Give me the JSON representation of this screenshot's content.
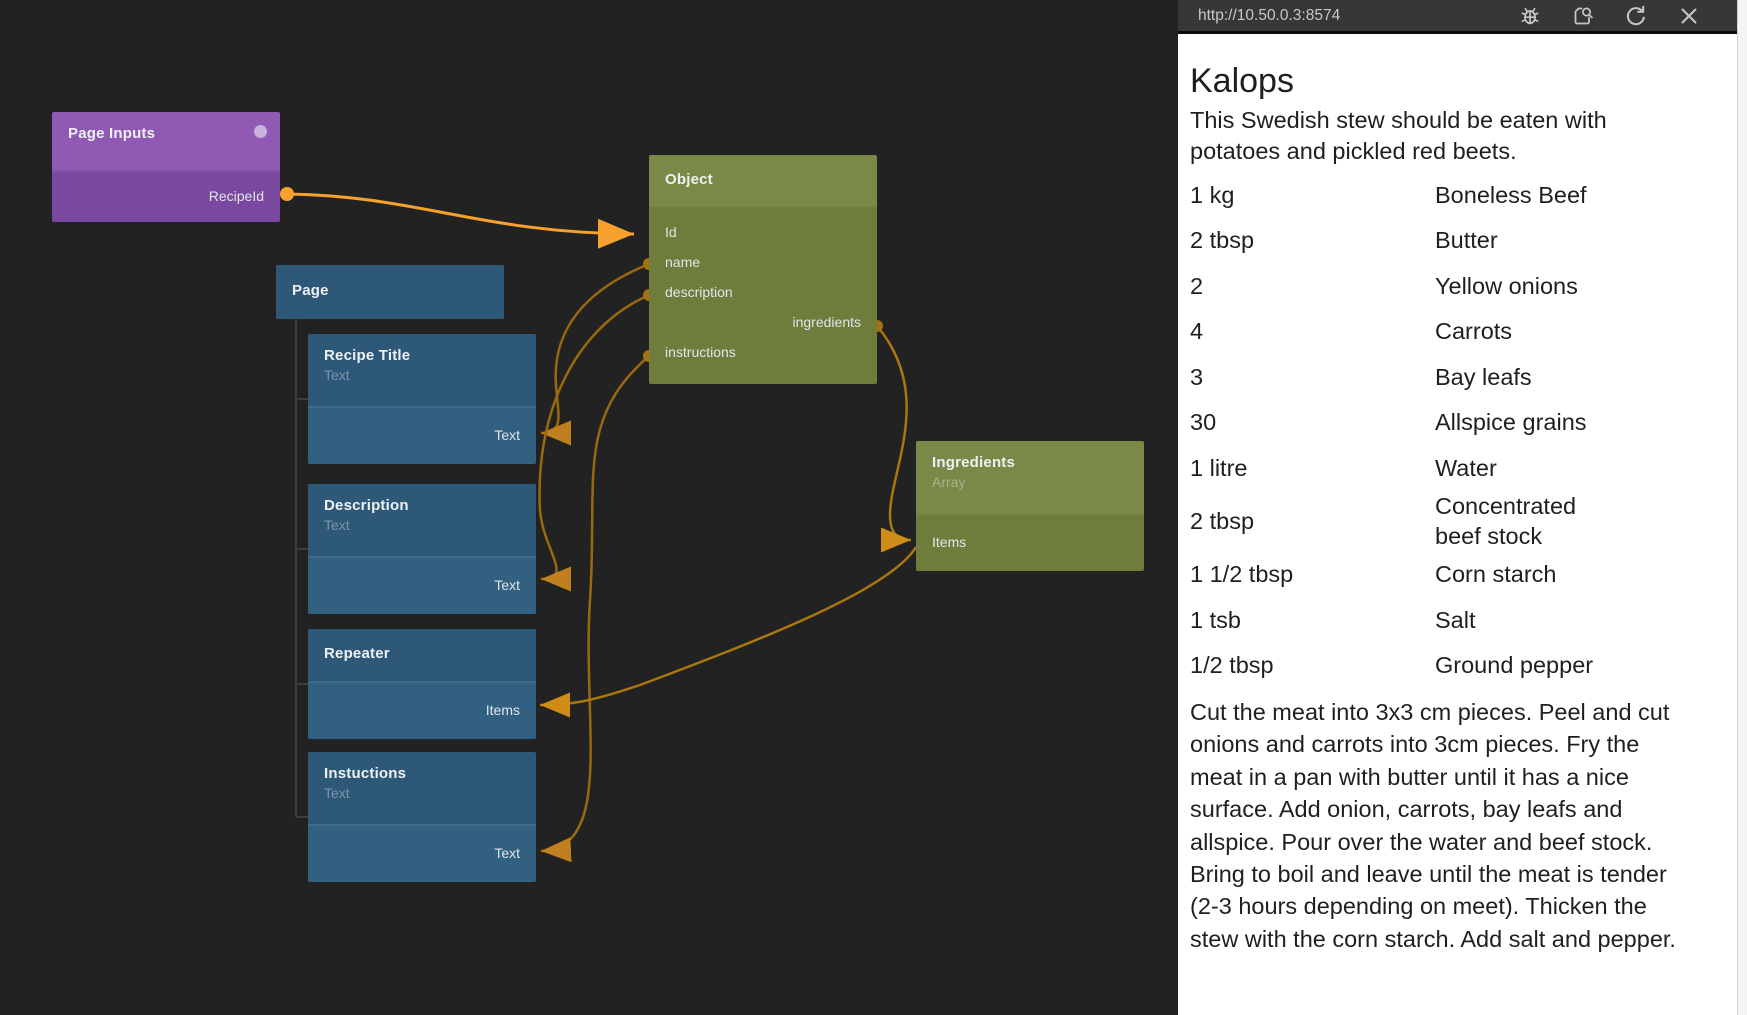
{
  "editor": {
    "nodes": {
      "page_inputs": {
        "title": "Page Inputs",
        "port": "RecipeId"
      },
      "page": {
        "title": "Page"
      },
      "recipe_title": {
        "title": "Recipe Title",
        "subtitle": "Text",
        "port": "Text"
      },
      "description": {
        "title": "Description",
        "subtitle": "Text",
        "port": "Text"
      },
      "repeater": {
        "title": "Repeater",
        "port": "Items"
      },
      "instuctions": {
        "title": "Instuctions",
        "subtitle": "Text",
        "port": "Text"
      },
      "object": {
        "title": "Object",
        "ports": {
          "id": "Id",
          "name": "name",
          "description": "description",
          "ingredients": "ingredients",
          "instructions": "instructions"
        }
      },
      "ingredients": {
        "title": "Ingredients",
        "subtitle": "Array",
        "port": "Items"
      }
    }
  },
  "preview": {
    "url": "http://10.50.0.3:8574",
    "icons": [
      "debug-icon",
      "inspect-icon",
      "refresh-icon",
      "close-icon"
    ],
    "recipe": {
      "title": "Kalops",
      "description": "This Swedish stew should be eaten with potatoes and pickled red beets.",
      "ingredients": [
        {
          "amount": "1 kg",
          "name": "Boneless Beef"
        },
        {
          "amount": "2 tbsp",
          "name": "Butter"
        },
        {
          "amount": "2",
          "name": "Yellow onions"
        },
        {
          "amount": "4",
          "name": "Carrots"
        },
        {
          "amount": "3",
          "name": "Bay leafs"
        },
        {
          "amount": "30",
          "name": "Allspice grains"
        },
        {
          "amount": "1 litre",
          "name": "Water"
        },
        {
          "amount": "2 tbsp",
          "name": "Concentrated beef stock"
        },
        {
          "amount": "1 1/2 tbsp",
          "name": "Corn starch"
        },
        {
          "amount": "1 tsb",
          "name": "Salt"
        },
        {
          "amount": "1/2 tbsp",
          "name": "Ground pepper"
        }
      ],
      "instructions": "Cut the meat into 3x3 cm pieces. Peel and cut onions and carrots into 3cm pieces. Fry the meat in a pan with butter until it has a nice surface. Add onion, carrots, bay leafs and allspice. Pour over the water and beef stock. Bring to boil and leave until the meat is tender (2-3 hours depending on meet). Thicken the stew with the corn starch. Add salt and pepper."
    }
  },
  "colors": {
    "canvas_bg": "#232222",
    "node_blue_header": "#2d5878",
    "node_blue_body": "#326081",
    "node_green_header": "#7a8947",
    "node_green_body": "#6e7d3b",
    "node_purple_header": "#9059b3",
    "node_purple_body": "#7b48a1",
    "subtitle_blue": "#7f94a6",
    "subtitle_green": "#a9b48d",
    "header_dot_purple": "#c9b0dd",
    "wire_bright": "#f6a22d",
    "wire_dim": "#98690e",
    "wire_mid": "#aa760f",
    "arrow_dim": "#c08020",
    "arrow_mid": "#cf8d18",
    "tree_line": "#3e3e3e",
    "bar_bg": "#373737",
    "bar_text": "#c8c8c8",
    "panel_bg": "#ffffff",
    "panel_text": "#1f1f1f"
  }
}
